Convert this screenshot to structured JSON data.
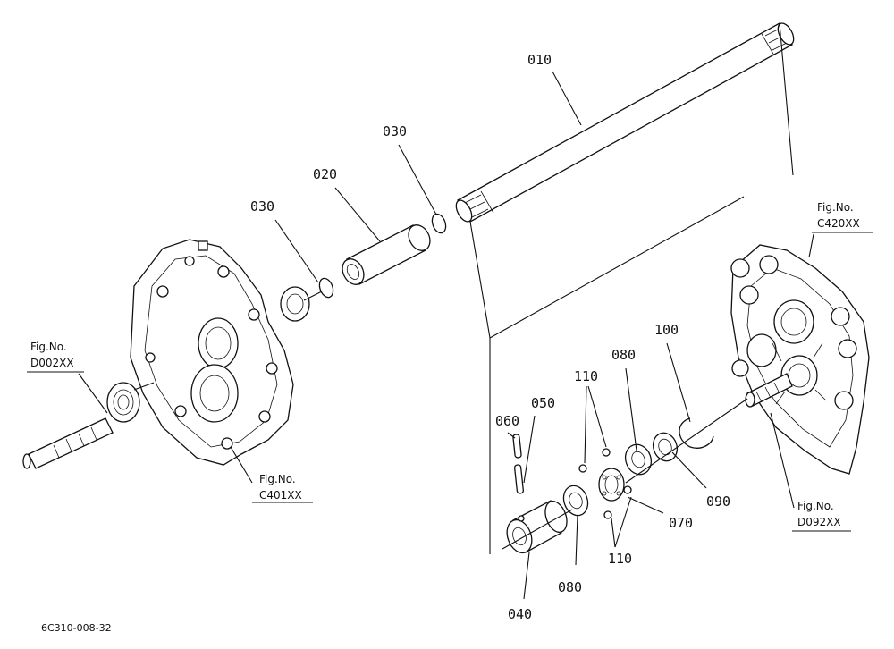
{
  "diagram": {
    "part_labels": {
      "p010": "010",
      "p020": "020",
      "p030a": "030",
      "p030b": "030",
      "p040": "040",
      "p050": "050",
      "p060": "060",
      "p070": "070",
      "p080a": "080",
      "p080b": "080",
      "p090": "090",
      "p100": "100",
      "p110a": "110",
      "p110b": "110"
    },
    "references": {
      "d002": {
        "line1": "Fig.No.",
        "line2": "D002XX"
      },
      "c401": {
        "line1": "Fig.No.",
        "line2": "C401XX"
      },
      "c420": {
        "line1": "Fig.No.",
        "line2": "C420XX"
      },
      "d092": {
        "line1": "Fig.No.",
        "line2": "D092XX"
      }
    },
    "drawing_code": "6C310-008-32"
  }
}
